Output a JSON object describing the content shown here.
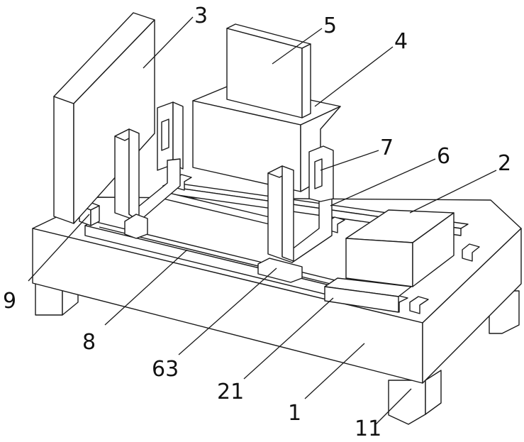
{
  "callouts": {
    "c1": "1",
    "c2": "2",
    "c3": "3",
    "c4": "4",
    "c5": "5",
    "c6": "6",
    "c7": "7",
    "c8": "8",
    "c9": "9",
    "c11": "11",
    "c21": "21",
    "c63": "63"
  }
}
